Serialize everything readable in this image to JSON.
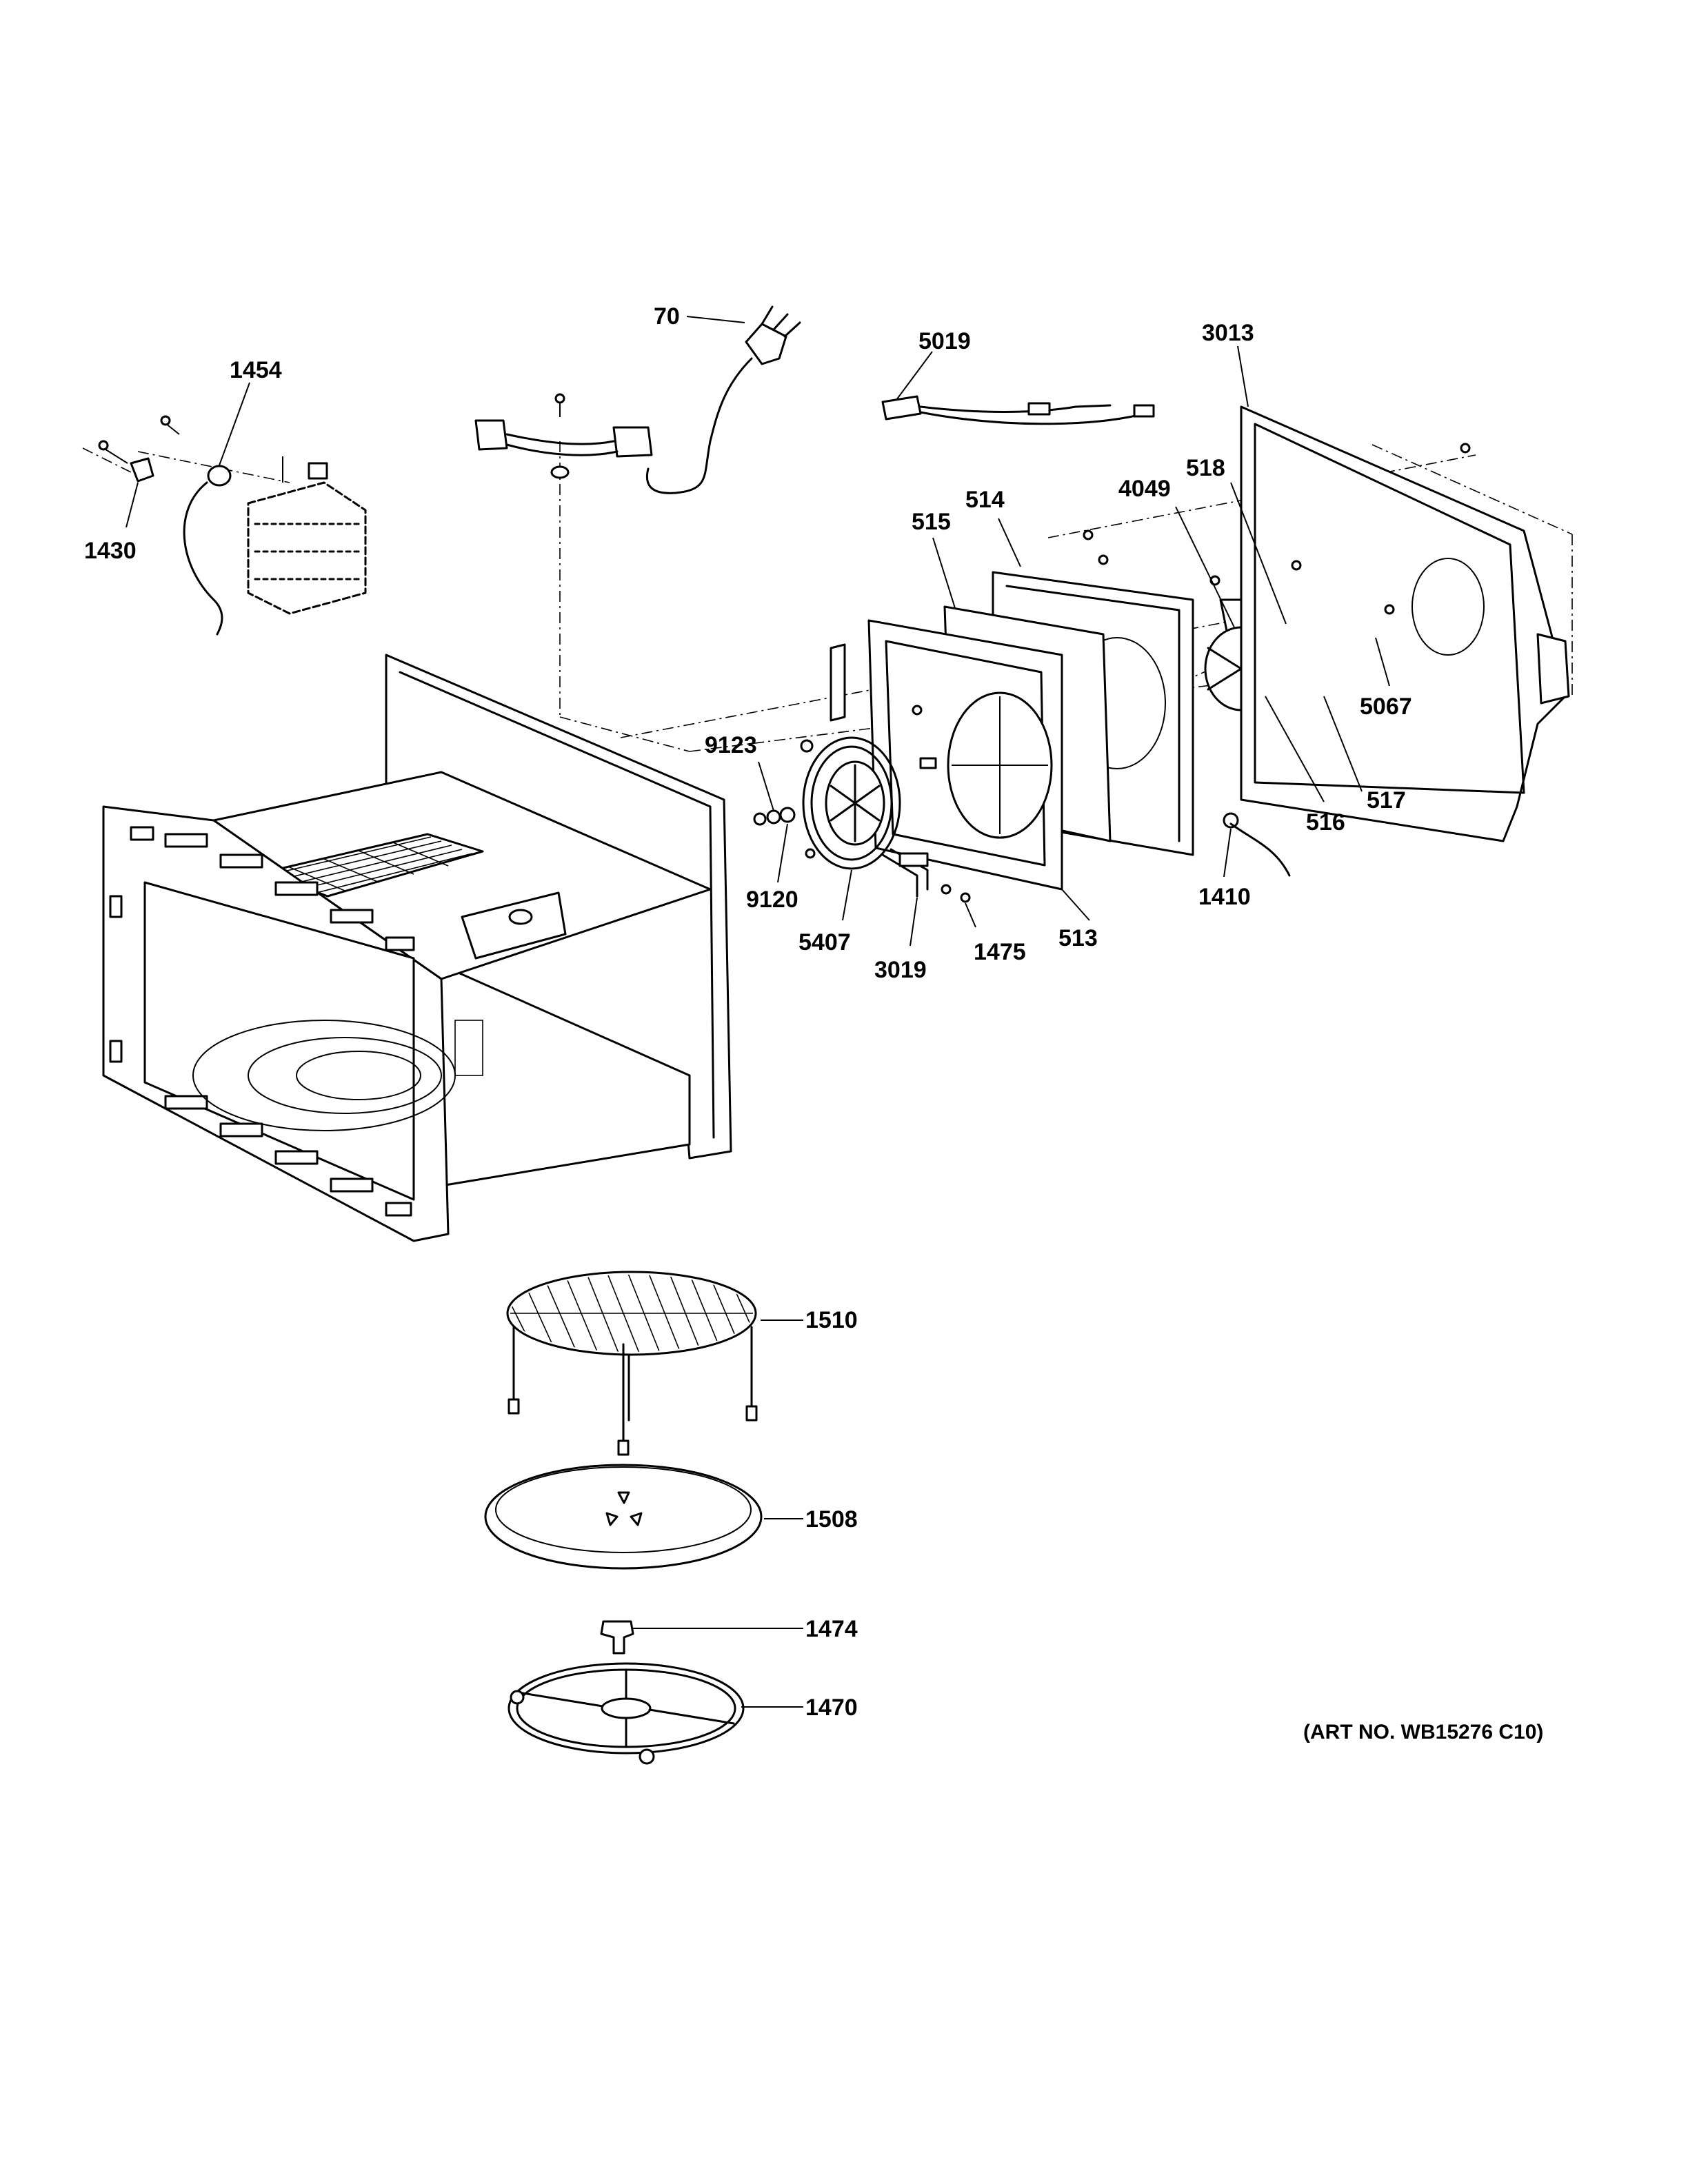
{
  "art_number": "(ART NO. WB15276 C10)",
  "callouts": {
    "c70": "70",
    "c1454": "1454",
    "c1430": "1430",
    "c5019": "5019",
    "c3013": "3013",
    "c514": "514",
    "c515": "515",
    "c4049": "4049",
    "c518": "518",
    "c5067": "5067",
    "c9123": "9123",
    "c9120": "9120",
    "c5407": "5407",
    "c3019": "3019",
    "c1475": "1475",
    "c513": "513",
    "c516": "516",
    "c517": "517",
    "c1410": "1410",
    "c1510": "1510",
    "c1508": "1508",
    "c1474": "1474",
    "c1470": "1470"
  }
}
